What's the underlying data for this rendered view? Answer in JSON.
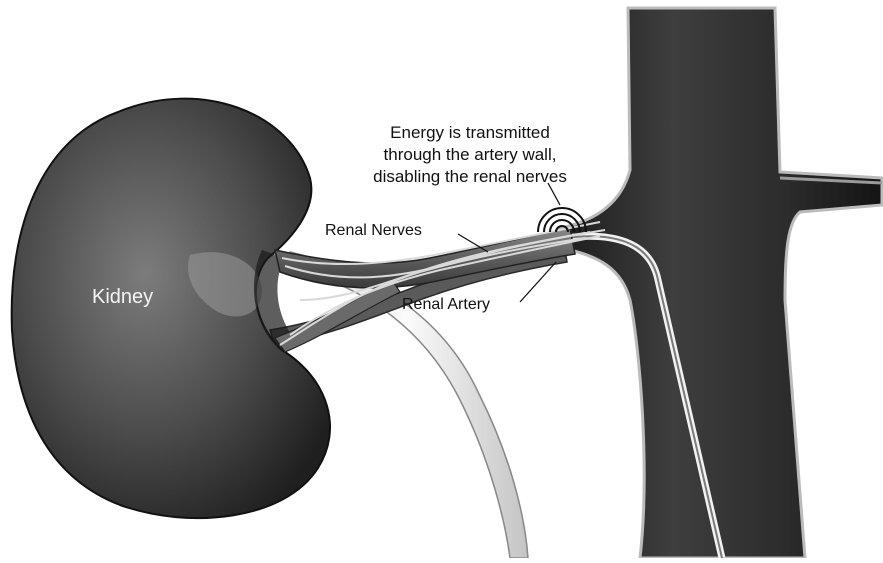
{
  "caption": {
    "line1": "Energy is transmitted",
    "line2": "through the artery wall,",
    "line3": "disabling the renal nerves"
  },
  "labels": {
    "kidney": "Kidney",
    "renal_nerves": "Renal Nerves",
    "renal_artery": "Renal Artery"
  },
  "colors": {
    "kidney": "#4a4a4a",
    "aorta": "#2a2a2a",
    "artery": "#6e6e6e",
    "ureter": "#e8e8e8"
  }
}
